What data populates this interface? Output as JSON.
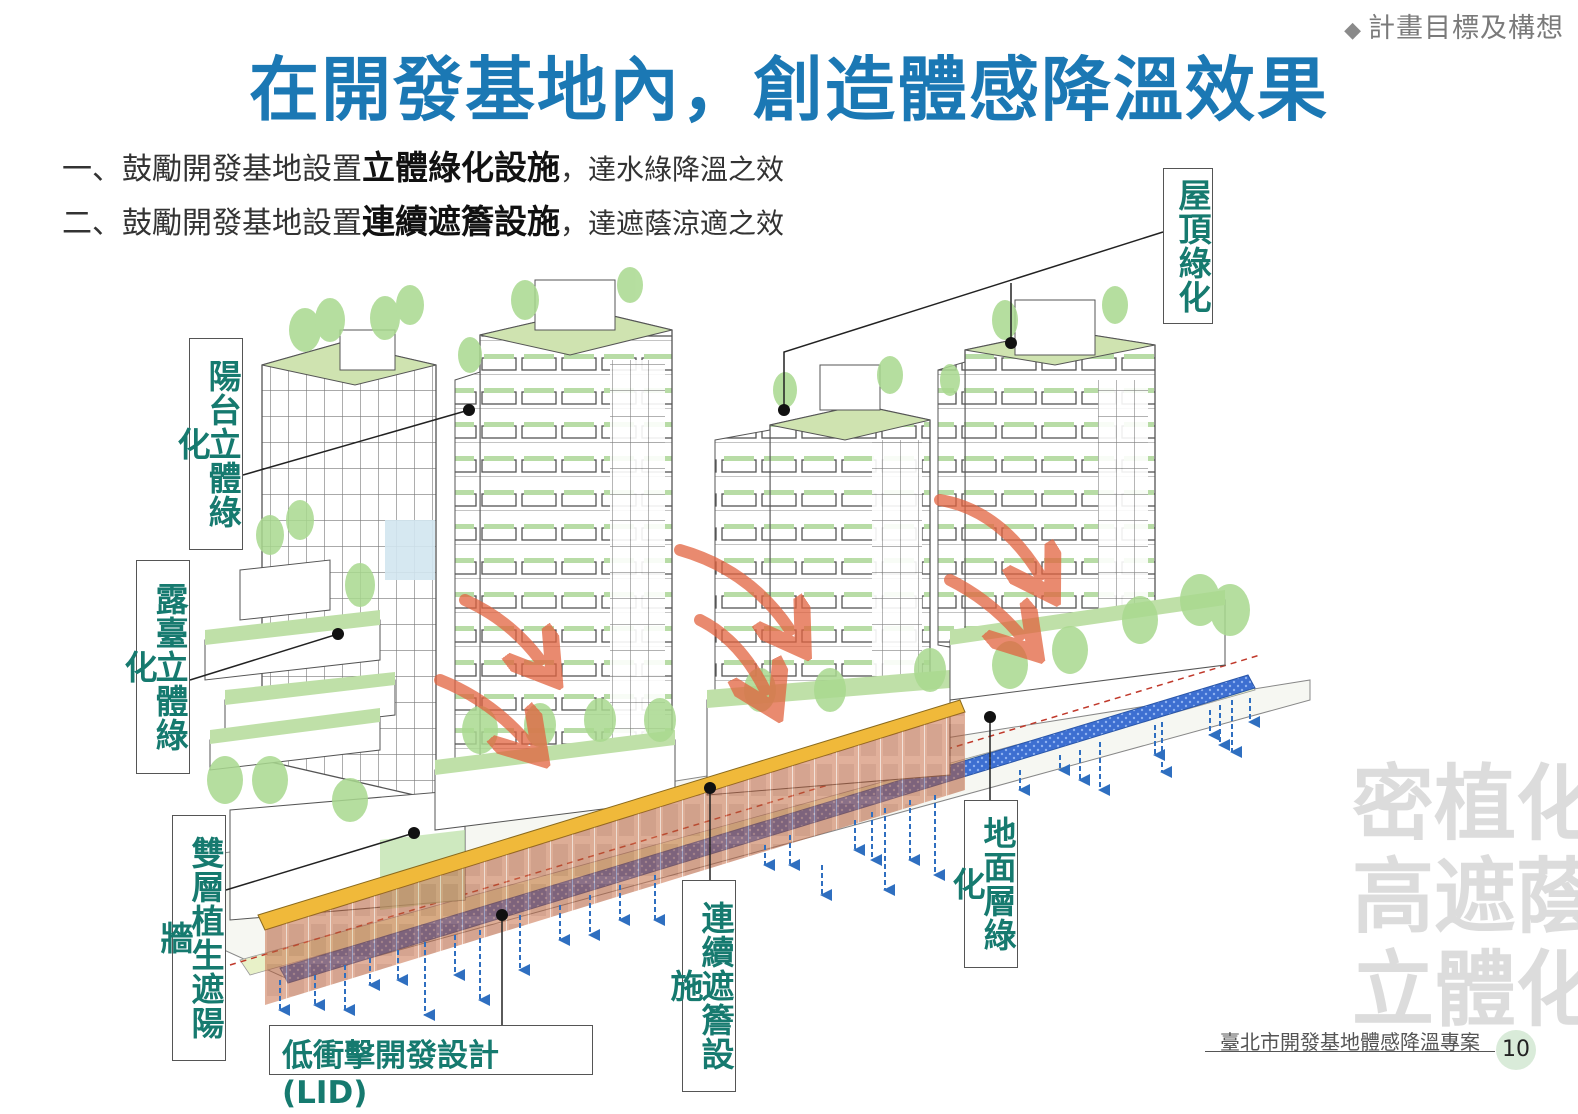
{
  "header": {
    "section_tag": "計畫目標及構想",
    "title": "在開發基地內，創造體感降溫效果"
  },
  "bullets": [
    {
      "prefix": "一、鼓勵開發基地設置",
      "emphasis": "立體綠化設施",
      "suffix": "，達水綠降溫之效"
    },
    {
      "prefix": "二、鼓勵開發基地設置",
      "emphasis": "連續遮簷設施",
      "suffix": "，達遮蔭涼適之效"
    }
  ],
  "labels": {
    "balcony": "陽台立體綠化",
    "terrace": "露臺立體綠化",
    "double_wall": "雙層植生遮陽牆",
    "lid": "低衝擊開發設計(LID)",
    "arcade": "連續遮簷設施",
    "ground": "地面層綠化",
    "roof": "屋頂綠化"
  },
  "watermark": [
    "密植化",
    "高遮蔭",
    "立體化"
  ],
  "footer": {
    "project": "臺北市開發基地體感降溫專案",
    "page": "10"
  },
  "colors": {
    "title": "#1b78b4",
    "label_text": "#167a6f",
    "greenery": "#9fd48a",
    "arrow": "#e2633f",
    "canopy": "#f0b93a",
    "water": "#3d6fd1"
  }
}
